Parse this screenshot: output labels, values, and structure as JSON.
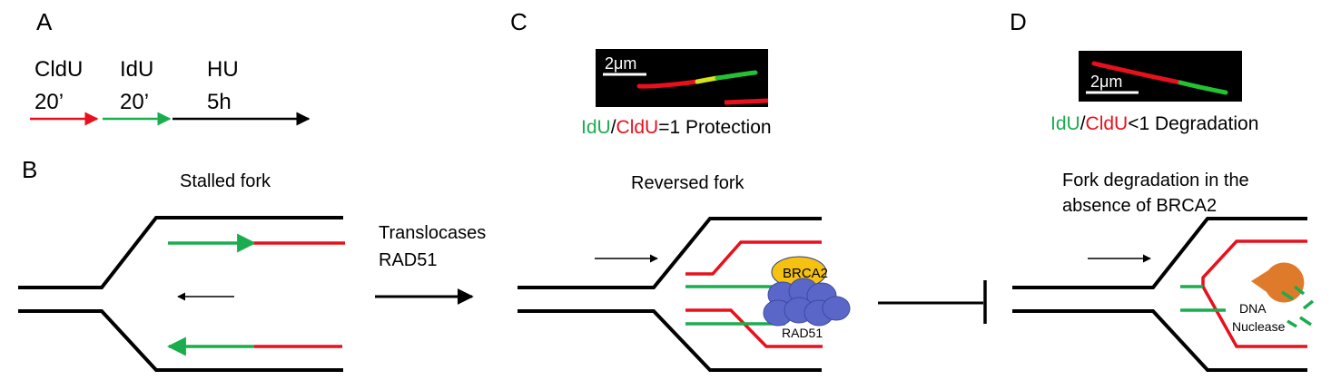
{
  "panels": {
    "a": {
      "letter": "A"
    },
    "b": {
      "letter": "B",
      "title": "Stalled fork",
      "arrow_line1": "Translocases",
      "arrow_line2": "RAD51"
    },
    "c": {
      "letter": "C",
      "scale": "2μm",
      "ratio_idu": "IdU",
      "ratio_slash": "/",
      "ratio_cldu": "CldU",
      "ratio_suffix": "=1 Protection",
      "title": "Reversed fork",
      "protein_brca2": "BRCA2",
      "protein_rad51": "RAD51"
    },
    "d": {
      "letter": "D",
      "scale": "2μm",
      "ratio_idu": "IdU",
      "ratio_slash": "/",
      "ratio_cldu": "CldU",
      "ratio_suffix": "<1 Degradation",
      "title_line1": "Fork degradation in the",
      "title_line2": "absence of BRCA2",
      "nuclease_line1": "DNA",
      "nuclease_line2": "Nuclease"
    }
  },
  "labeling": {
    "cldu": {
      "name": "CldU",
      "time": "20’"
    },
    "idu": {
      "name": "IdU",
      "time": "20’"
    },
    "hu": {
      "name": "HU",
      "time": "5h"
    }
  },
  "colors": {
    "cldu_red": "#e8101c",
    "idu_green": "#1aad4e",
    "brca2_yellow": "#f5c211",
    "rad51_blue": "#5a67c8",
    "nuclease_orange": "#e07a2b"
  }
}
